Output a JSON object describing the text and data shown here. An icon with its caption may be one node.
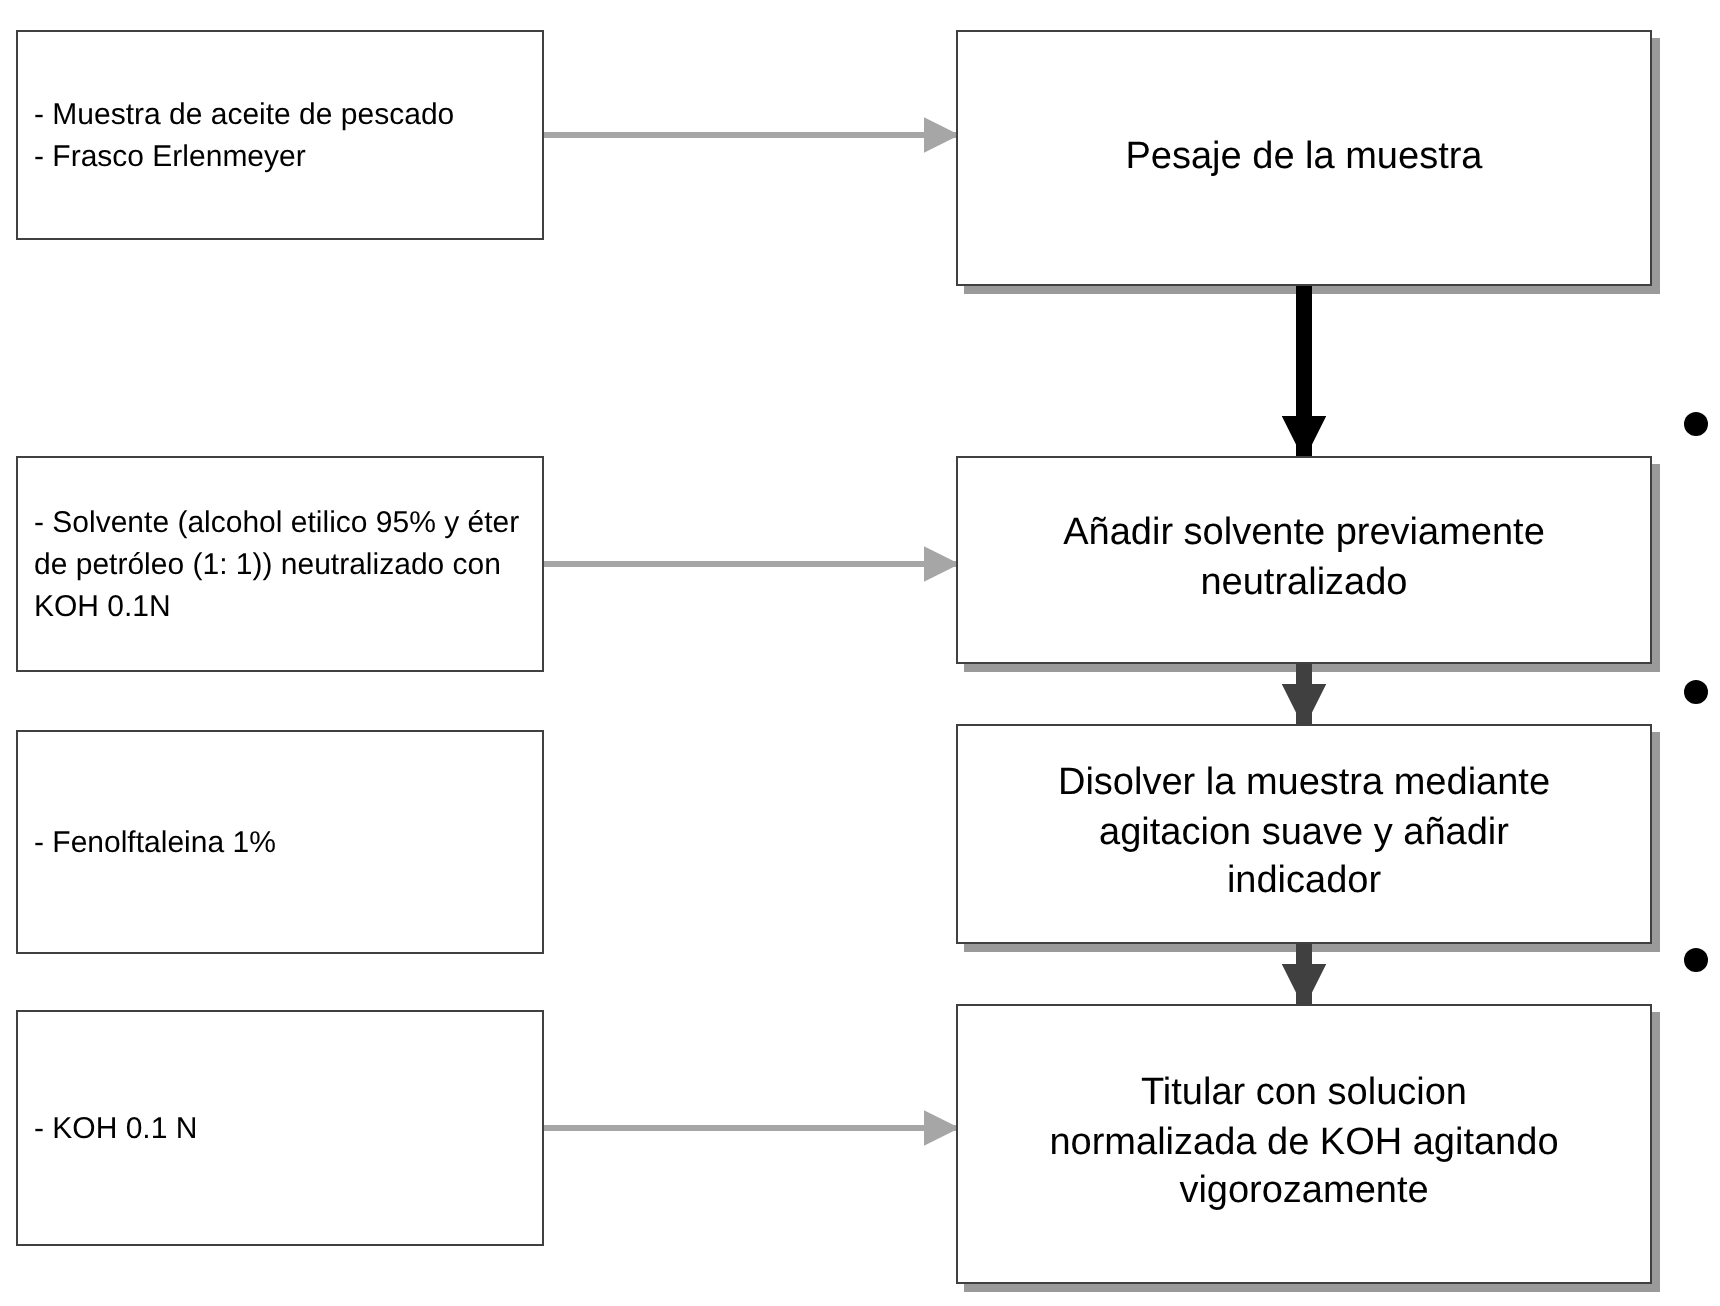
{
  "diagram": {
    "nodes": [
      {
        "text": [
          "- Muestra de aceite de pescado",
          "- Frasco Erlenmeyer"
        ]
      },
      {
        "text": [
          "Pesaje de la muestra"
        ]
      },
      {
        "text": [
          "- Solvente (alcohol etilico 95% y éter de petróleo (1: 1)) neutralizado con KOH 0.1N"
        ]
      },
      {
        "text": [
          "Añadir solvente previamente neutralizado"
        ]
      },
      {
        "text": [
          "- Fenolftaleina 1%"
        ]
      },
      {
        "text": [
          "Disolver la muestra mediante agitacion suave y añadir indicador"
        ]
      },
      {
        "text": [
          "- KOH 0.1 N"
        ]
      },
      {
        "text": [
          "Titular con solucion normalizada de KOH agitando vigorozamente"
        ]
      }
    ],
    "edges": [
      {
        "from": 0,
        "to": 1,
        "arrow": "to"
      },
      {
        "from": 1,
        "to": 3,
        "arrow": "to",
        "style": "thick",
        "color": "#000000"
      },
      {
        "from": 2,
        "to": 3,
        "arrow": "to"
      },
      {
        "from": 3,
        "to": 5,
        "arrow": "to",
        "style": "thick",
        "color": "#404040"
      },
      {
        "from": 5,
        "to": 7,
        "arrow": "to",
        "style": "thick",
        "color": "#404040"
      },
      {
        "from": 6,
        "to": 7,
        "arrow": "to"
      }
    ]
  }
}
